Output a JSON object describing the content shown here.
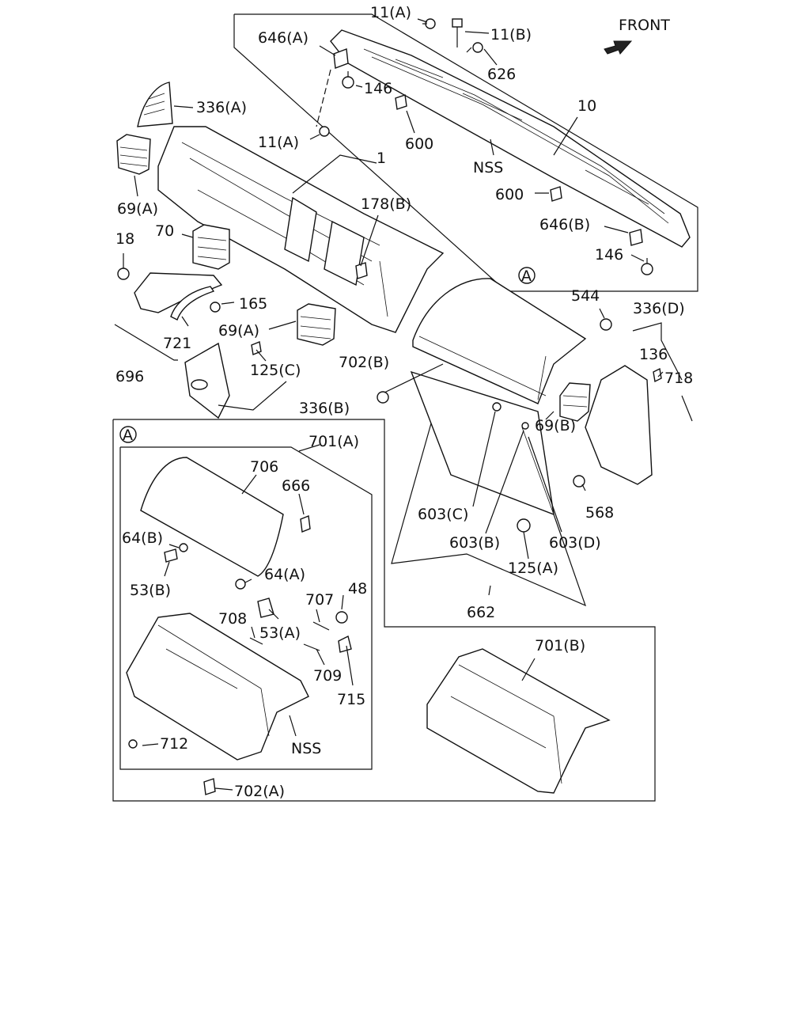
{
  "front_label": "FRONT",
  "callout_marker": "A",
  "labels": {
    "p11a_top": "11(A)",
    "p11b": "11(B)",
    "p646a": "646(A)",
    "p626": "626",
    "p146_top": "146",
    "p336a": "336(A)",
    "p10": "10",
    "p11a_mid": "11(A)",
    "p600_top": "600",
    "nss_top": "NSS",
    "p1": "1",
    "p69a_left": "69(A)",
    "p178b": "178(B)",
    "p600_right": "600",
    "p646b": "646(B)",
    "p18": "18",
    "p70": "70",
    "p146_right": "146",
    "p165": "165",
    "p544": "544",
    "p336d": "336(D)",
    "p721": "721",
    "p69a_center": "69(A)",
    "p136": "136",
    "p718": "718",
    "p702b": "702(B)",
    "p696": "696",
    "p125c": "125(C)",
    "p336b": "336(B)",
    "p69b": "69(B)",
    "p701a": "701(A)",
    "p706": "706",
    "p666": "666",
    "p568": "568",
    "p603c": "603(C)",
    "p64b": "64(B)",
    "p603b": "603(B)",
    "p603d": "603(D)",
    "p64a": "64(A)",
    "p53b": "53(B)",
    "p125a": "125(A)",
    "p48": "48",
    "p707": "707",
    "p708": "708",
    "p53a": "53(A)",
    "p662": "662",
    "p701b": "701(B)",
    "p709": "709",
    "p715": "715",
    "p712": "712",
    "nss_bottom": "NSS",
    "p702a": "702(A)"
  }
}
